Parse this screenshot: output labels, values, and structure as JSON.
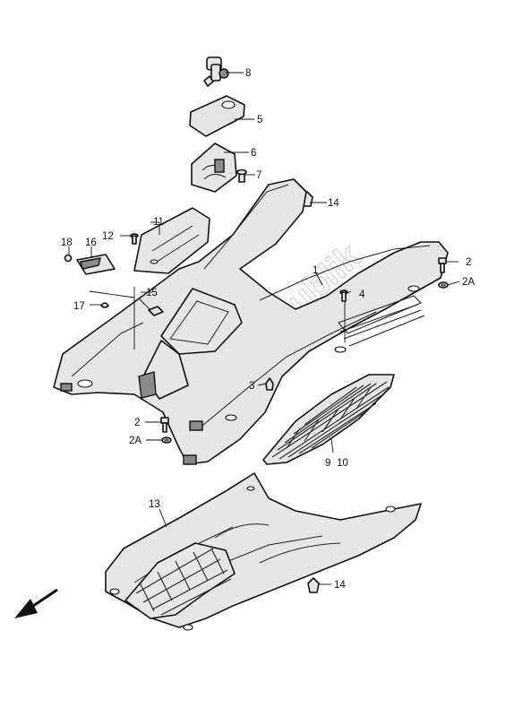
{
  "watermark": "PartsRepublik",
  "callouts": {
    "c1": "1",
    "c2a": "2",
    "c2b": "2",
    "c2A_a": "2A",
    "c2A_b": "2A",
    "c3": "3",
    "c4": "4",
    "c5": "5",
    "c6": "6",
    "c7": "7",
    "c8": "8",
    "c9": "9",
    "c10": "10",
    "c11": "11",
    "c12": "12",
    "c13": "13",
    "c14a": "14",
    "c14b": "14",
    "c15": "15",
    "c16": "16",
    "c17": "17",
    "c18": "18"
  },
  "icons": {
    "direction_arrow": "front-direction-arrow-icon"
  }
}
